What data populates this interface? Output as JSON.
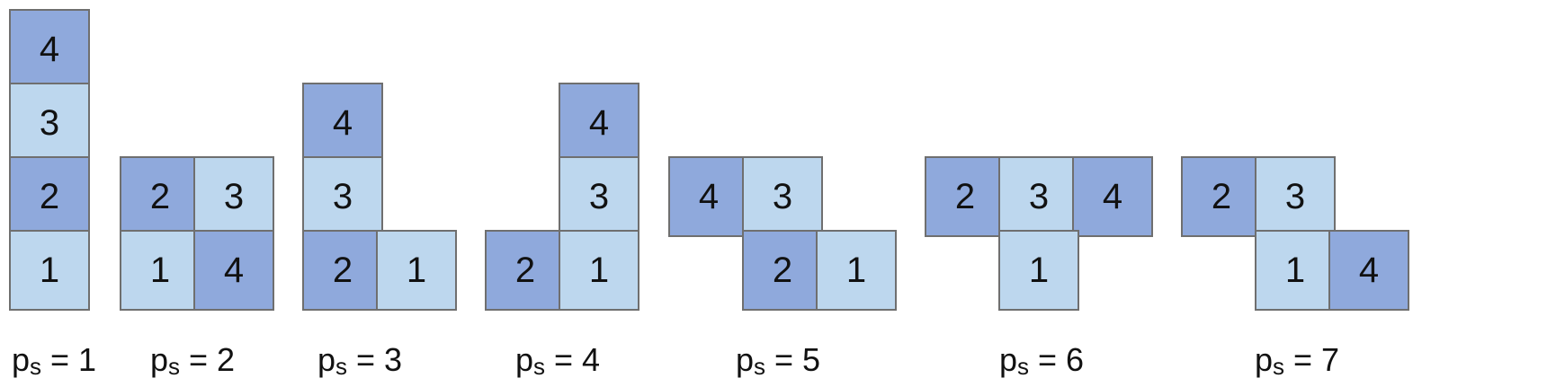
{
  "colors": {
    "dark": "#8fa9dc",
    "light": "#bdd7ee",
    "border": "#6f6f6f",
    "text": "#111111"
  },
  "shapes": [
    {
      "caption": {
        "p": "p",
        "sub": "s",
        "eq": " = 1"
      },
      "cells": [
        {
          "label": "4",
          "shade": "dark"
        },
        {
          "label": "3",
          "shade": "light"
        },
        {
          "label": "2",
          "shade": "dark"
        },
        {
          "label": "1",
          "shade": "light"
        }
      ]
    },
    {
      "caption": {
        "p": "p",
        "sub": "s",
        "eq": " = 2"
      },
      "cells": [
        {
          "label": "2",
          "shade": "dark"
        },
        {
          "label": "3",
          "shade": "light"
        },
        {
          "label": "1",
          "shade": "light"
        },
        {
          "label": "4",
          "shade": "dark"
        }
      ]
    },
    {
      "caption": {
        "p": "p",
        "sub": "s",
        "eq": " = 3"
      },
      "cells": [
        {
          "label": "4",
          "shade": "dark"
        },
        {
          "label": "3",
          "shade": "light"
        },
        {
          "label": "2",
          "shade": "dark"
        },
        {
          "label": "1",
          "shade": "light"
        }
      ]
    },
    {
      "caption": {
        "p": "p",
        "sub": "s",
        "eq": " = 4"
      },
      "cells": [
        {
          "label": "4",
          "shade": "dark"
        },
        {
          "label": "3",
          "shade": "light"
        },
        {
          "label": "2",
          "shade": "dark"
        },
        {
          "label": "1",
          "shade": "light"
        }
      ]
    },
    {
      "caption": {
        "p": "p",
        "sub": "s",
        "eq": " = 5"
      },
      "cells": [
        {
          "label": "4",
          "shade": "dark"
        },
        {
          "label": "3",
          "shade": "light"
        },
        {
          "label": "2",
          "shade": "dark"
        },
        {
          "label": "1",
          "shade": "light"
        }
      ]
    },
    {
      "caption": {
        "p": "p",
        "sub": "s",
        "eq": " = 6"
      },
      "cells": [
        {
          "label": "2",
          "shade": "dark"
        },
        {
          "label": "3",
          "shade": "light"
        },
        {
          "label": "4",
          "shade": "dark"
        },
        {
          "label": "1",
          "shade": "light"
        }
      ]
    },
    {
      "caption": {
        "p": "p",
        "sub": "s",
        "eq": " = 7"
      },
      "cells": [
        {
          "label": "2",
          "shade": "dark"
        },
        {
          "label": "3",
          "shade": "light"
        },
        {
          "label": "1",
          "shade": "light"
        },
        {
          "label": "4",
          "shade": "dark"
        }
      ]
    }
  ]
}
